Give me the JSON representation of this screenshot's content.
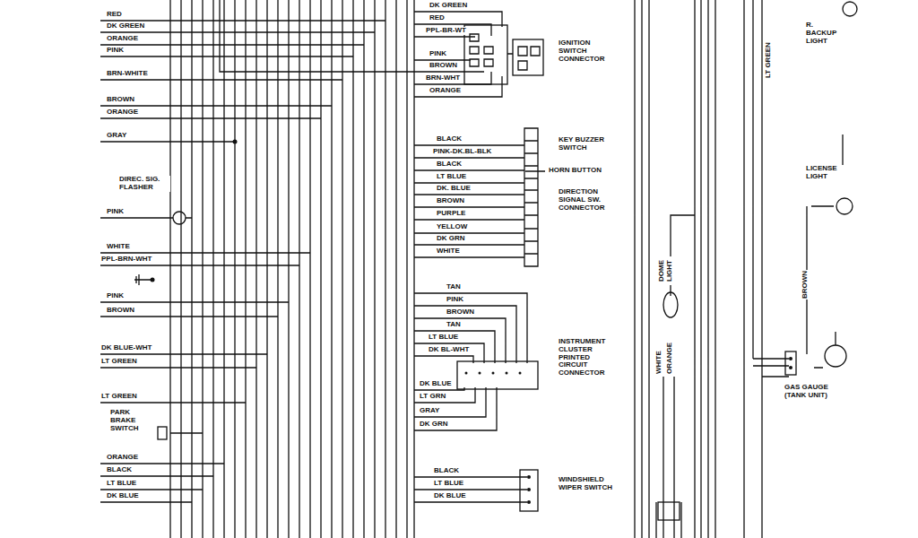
{
  "diagram": {
    "labels": [
      "RED",
      "DK GREEN",
      "ORANGE",
      "PINK",
      "BRN-WHITE",
      "BROWN",
      "ORANGE",
      "GRAY",
      "DIREC. SIG. FLASHER",
      "PINK",
      "WHITE",
      "PPL-BRN-WHT",
      "PINK",
      "BROWN",
      "DK BLUE-WHT",
      "LT GREEN",
      "LT GREEN",
      "PARK BRAKE SWITCH",
      "ORANGE",
      "BLACK",
      "LT BLUE",
      "DK BLUE",
      "DK GREEN",
      "RED",
      "PPL-BR-WT",
      "PINK",
      "BROWN",
      "BRN-WHT",
      "ORANGE",
      "IGNITION SWITCH CONNECTOR",
      "BLACK",
      "PINK-DK.BL-BLK",
      "BLACK",
      "LT BLUE",
      "DK. BLUE",
      "BROWN",
      "PURPLE",
      "YELLOW",
      "DK GRN",
      "WHITE",
      "KEY BUZZER SWITCH",
      "HORN BUTTON",
      "DIRECTION SIGNAL SW. CONNECTOR",
      "TAN",
      "PINK",
      "BROWN",
      "TAN",
      "LT BLUE",
      "DK BL-WHT",
      "DK BLUE",
      "LT GRN",
      "GRAY",
      "DK GRN",
      "INSTRUMENT CLUSTER PRINTED CIRCUIT CONNECTOR",
      "BLACK",
      "LT BLUE",
      "DK BLUE",
      "WINDSHIELD WIPER SWITCH",
      "R. BACKUP LIGHT",
      "LT GREEN",
      "DOME LIGHT",
      "WHITE",
      "ORANGE",
      "LICENSE LIGHT",
      "BROWN",
      "GAS GAUGE (TANK UNIT)"
    ]
  }
}
